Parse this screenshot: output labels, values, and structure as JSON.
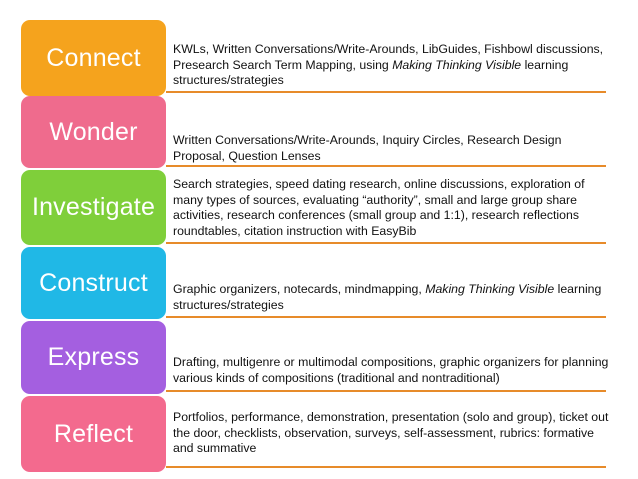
{
  "stages": [
    {
      "label": "Connect",
      "color": "#f5a31d",
      "text_parts": [
        {
          "t": "KWLs, Written Conversations/Write-Arounds, LibGuides, Fishbowl discussions, Presearch Search Term Mapping, using ",
          "italic": false
        },
        {
          "t": "Making Thinking Visible",
          "italic": true
        },
        {
          "t": " learning structures/strategies",
          "italic": false
        }
      ]
    },
    {
      "label": "Wonder",
      "color": "#ef6b8d",
      "text_parts": [
        {
          "t": "Written Conversations/Write-Arounds, Inquiry Circles, Research Design Proposal, Question Lenses",
          "italic": false
        }
      ]
    },
    {
      "label": "Investigate",
      "color": "#7fcf3a",
      "text_parts": [
        {
          "t": "Search strategies, speed dating research, online discussions, exploration of many types of sources, evaluating “authority”, small and large group share activities, research conferences (small group and 1:1), research reflections roundtables, citation instruction with EasyBib",
          "italic": false
        }
      ]
    },
    {
      "label": "Construct",
      "color": "#20b8e6",
      "text_parts": [
        {
          "t": "Graphic organizers, notecards, mindmapping, ",
          "italic": false
        },
        {
          "t": "Making Thinking Visible",
          "italic": true
        },
        {
          "t": " learning structures/strategies",
          "italic": false
        }
      ]
    },
    {
      "label": "Express",
      "color": "#a45fe0",
      "text_parts": [
        {
          "t": "Drafting, multigenre or multimodal compositions, graphic organizers for planning various kinds of compositions (traditional and nontraditional)",
          "italic": false
        }
      ]
    },
    {
      "label": "Reflect",
      "color": "#f36a8e",
      "text_parts": [
        {
          "t": "Portfolios, performance, demonstration, presentation (solo and group), ticket out the door, checklists, observation, surveys, self-assessment, rubrics:  formative and summative",
          "italic": false
        }
      ]
    }
  ]
}
